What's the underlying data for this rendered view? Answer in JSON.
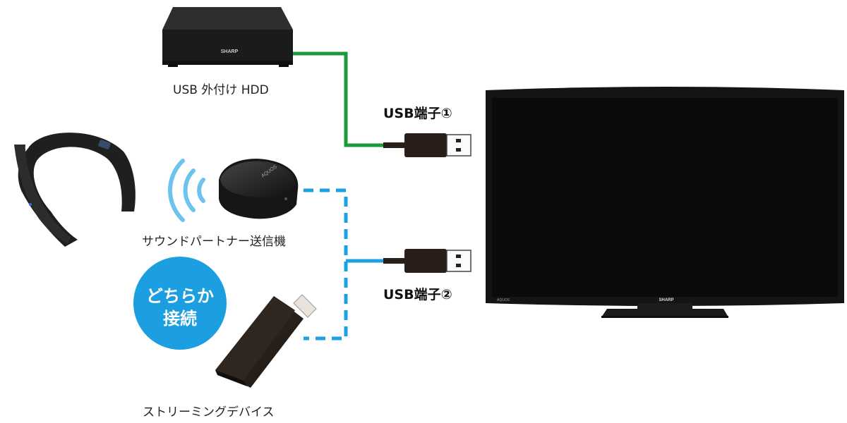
{
  "hdd": {
    "label": "USB 外付け HDD",
    "brand": "SHARP"
  },
  "port1": {
    "label": "USB端子①"
  },
  "port2": {
    "label": "USB端子②"
  },
  "transmitter": {
    "label": "サウンドパートナー送信機",
    "brand": "AQUOS"
  },
  "streaming": {
    "label": "ストリーミングデバイス"
  },
  "either_badge": {
    "line1": "どちらか",
    "line2": "接続"
  },
  "tv": {
    "brand": "SHARP",
    "model": "AQUOS"
  },
  "colors": {
    "hdd_line": "#1a9a3a",
    "blue_line": "#1ba0e2",
    "badge": "#1b9fe0",
    "wave": "#6cc3ee",
    "device": "#1c1c1c",
    "cable": "#2a1e18"
  }
}
